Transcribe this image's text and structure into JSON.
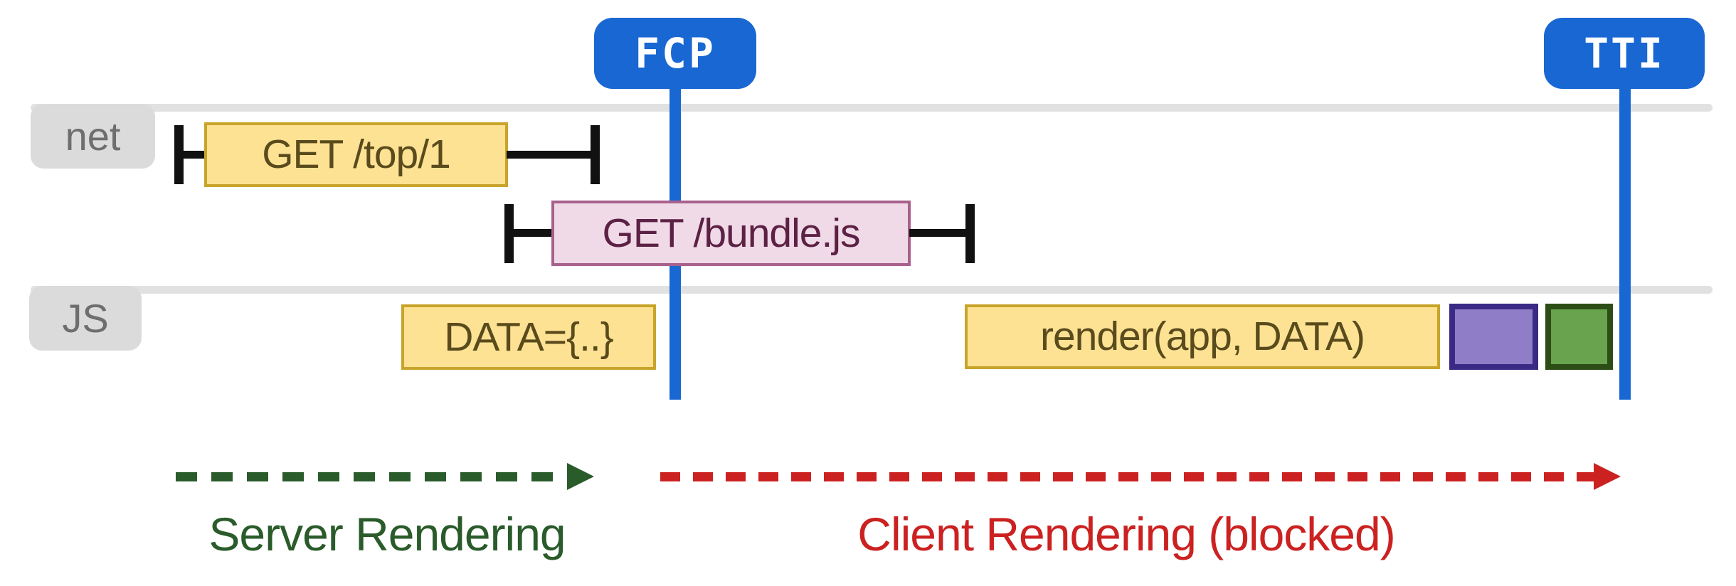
{
  "badges": {
    "fcp": "FCP",
    "tti": "TTI"
  },
  "lanes": {
    "net": "net",
    "js": "JS"
  },
  "requests": {
    "top": "GET /top/1",
    "bundle": "GET /bundle.js"
  },
  "tasks": {
    "data": "DATA={..}",
    "render": "render(app, DATA)"
  },
  "phases": {
    "server": "Server Rendering",
    "client": "Client Rendering (blocked)"
  },
  "colors": {
    "metric_blue": "#1967d2",
    "track_gray": "#e1e1e1",
    "lane_label_bg": "#dbdbdb",
    "lane_label_text": "#6e6e6e",
    "task_yellow_fill": "#fde294",
    "task_yellow_border": "#c9a42b",
    "task_yellow_text": "#5a4b1c",
    "request_pink_fill": "#f0dae7",
    "request_pink_border": "#a8618c",
    "request_pink_text": "#5c2144",
    "block_purple_fill": "#8f7ec7",
    "block_purple_border": "#3b2a85",
    "block_green_fill": "#69a34e",
    "block_green_border": "#2c4d15",
    "server_phase_green": "#2a5b2a",
    "client_phase_red": "#cc2121",
    "range_marker_black": "#111111"
  }
}
